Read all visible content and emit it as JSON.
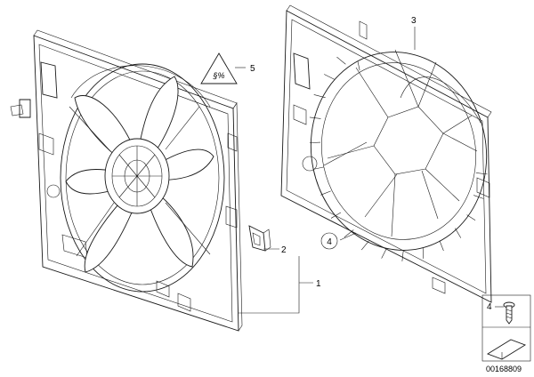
{
  "diagram": {
    "callouts": {
      "assembly": "1",
      "bracket": "2",
      "shroud": "3",
      "ring": "4",
      "screw": "4",
      "warning": "5"
    },
    "warning_symbol": "§%",
    "part_code": "00168809"
  }
}
